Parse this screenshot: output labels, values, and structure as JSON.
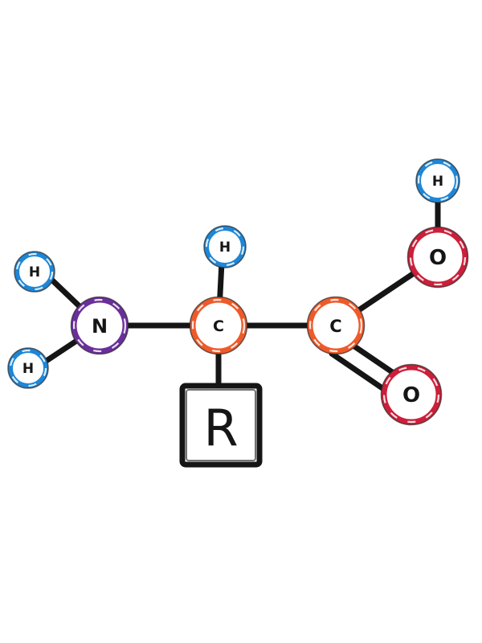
{
  "colors": {
    "hydrogen": "#1e86d6",
    "nitrogen": "#6a2f9a",
    "carbon": "#ee5a2a",
    "oxygen": "#cc1f3a",
    "bond": "#151515"
  },
  "atoms": [
    {
      "id": "h-amine-top",
      "label": "H",
      "element": "hydrogen"
    },
    {
      "id": "h-amine-bottom",
      "label": "H",
      "element": "hydrogen"
    },
    {
      "id": "n",
      "label": "N",
      "element": "nitrogen"
    },
    {
      "id": "h-alpha",
      "label": "H",
      "element": "hydrogen"
    },
    {
      "id": "c-alpha",
      "label": "C",
      "element": "carbon"
    },
    {
      "id": "c-carboxyl",
      "label": "C",
      "element": "carbon"
    },
    {
      "id": "o-hydroxyl",
      "label": "O",
      "element": "oxygen"
    },
    {
      "id": "h-hydroxyl",
      "label": "H",
      "element": "hydrogen"
    },
    {
      "id": "o-carbonyl",
      "label": "O",
      "element": "oxygen"
    }
  ],
  "side_chain": {
    "label": "R"
  }
}
